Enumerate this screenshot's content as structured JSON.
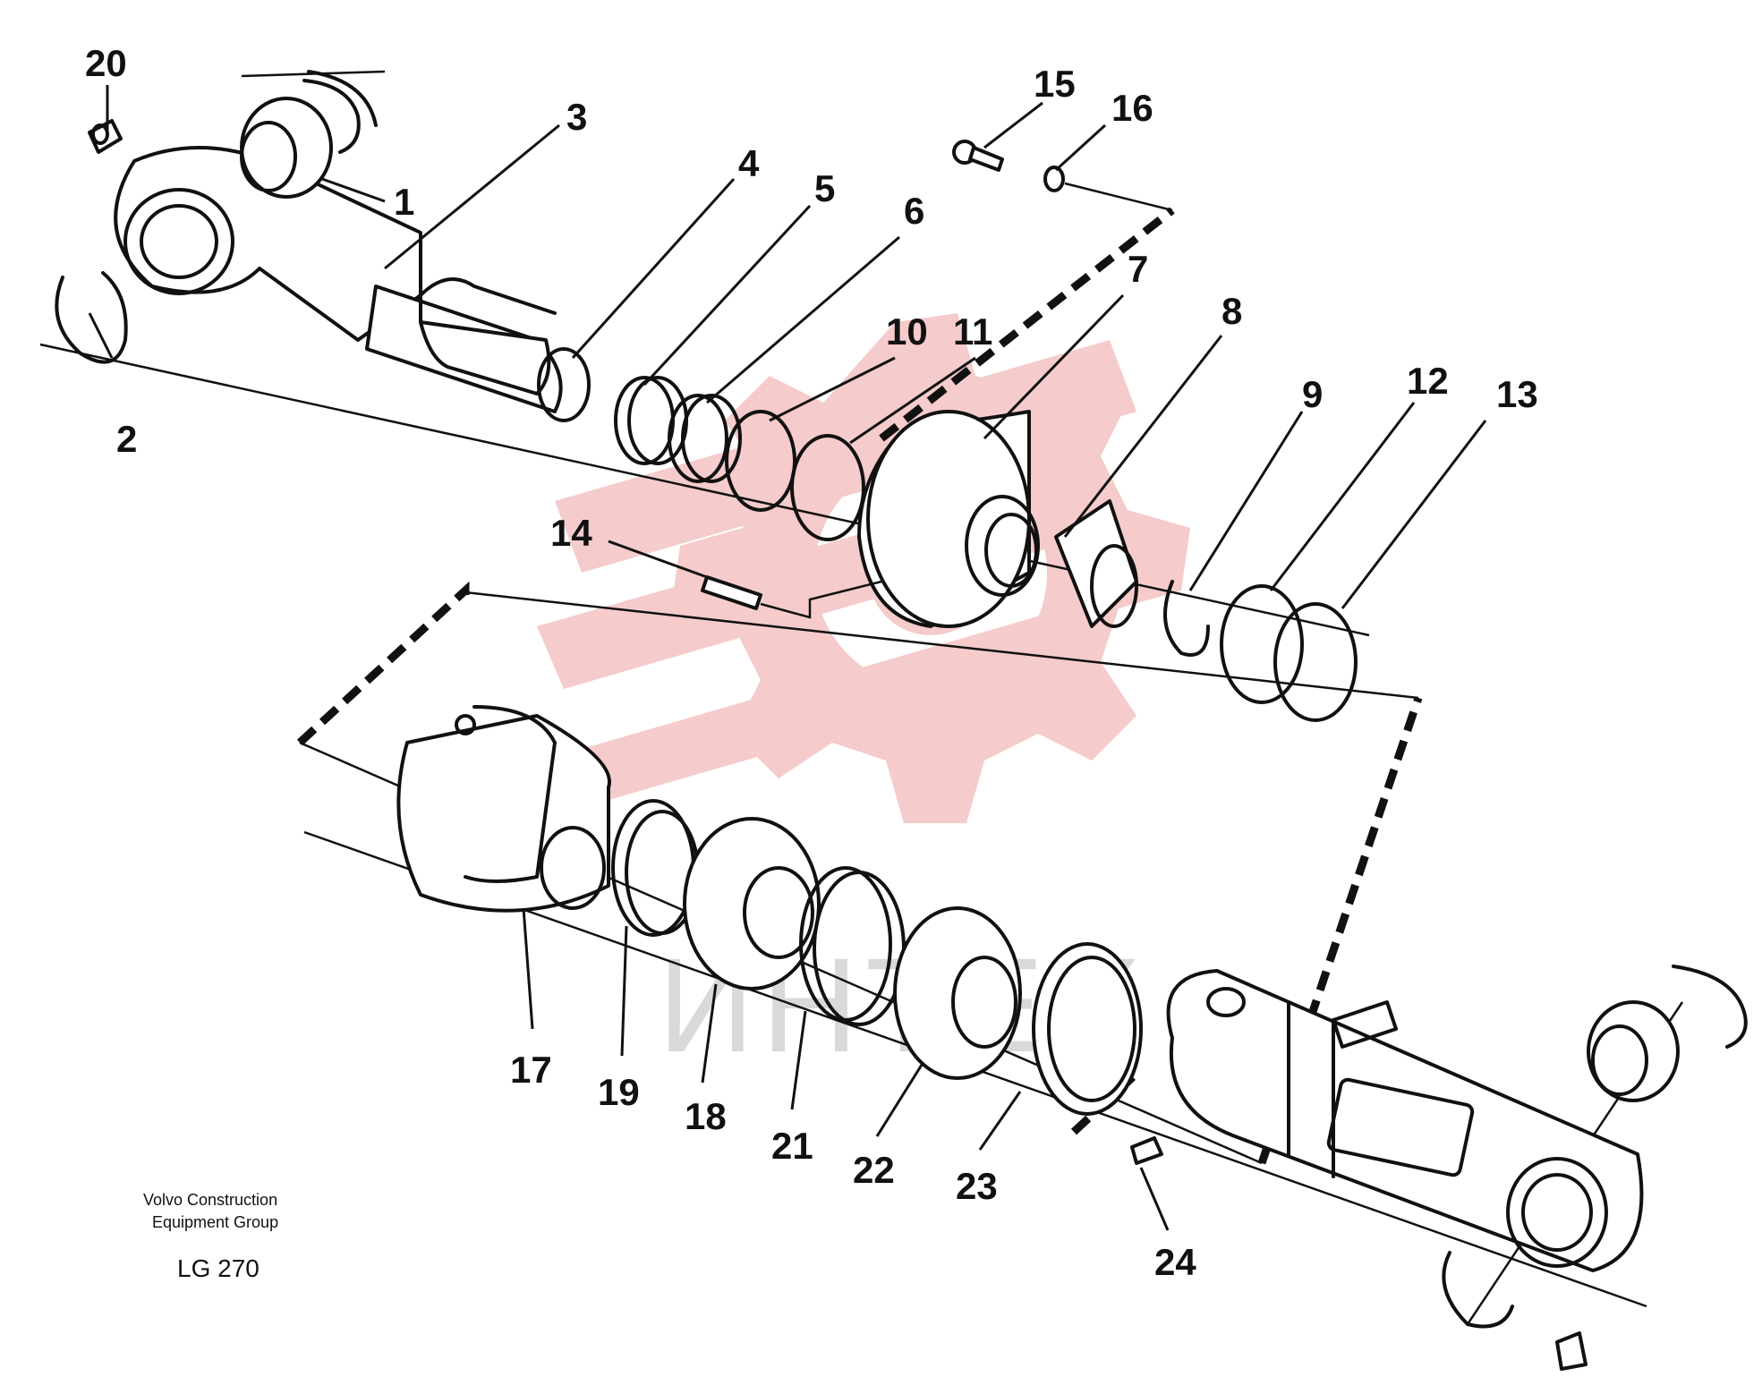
{
  "watermark": {
    "text": "ИНТЕХ",
    "logo_color": "#f4c6c6",
    "text_color": "#d9d9d9"
  },
  "caption": {
    "line1": "Volvo Construction",
    "line2": "Equipment Group",
    "code": "LG 270"
  },
  "callouts": [
    {
      "id": "1",
      "label": "1"
    },
    {
      "id": "2",
      "label": "2"
    },
    {
      "id": "3",
      "label": "3"
    },
    {
      "id": "4",
      "label": "4"
    },
    {
      "id": "5",
      "label": "5"
    },
    {
      "id": "6",
      "label": "6"
    },
    {
      "id": "7",
      "label": "7"
    },
    {
      "id": "8",
      "label": "8"
    },
    {
      "id": "9",
      "label": "9"
    },
    {
      "id": "10",
      "label": "10"
    },
    {
      "id": "11",
      "label": "11"
    },
    {
      "id": "12",
      "label": "12"
    },
    {
      "id": "13",
      "label": "13"
    },
    {
      "id": "14",
      "label": "14"
    },
    {
      "id": "15",
      "label": "15"
    },
    {
      "id": "16",
      "label": "16"
    },
    {
      "id": "17",
      "label": "17"
    },
    {
      "id": "18",
      "label": "18"
    },
    {
      "id": "19",
      "label": "19"
    },
    {
      "id": "20",
      "label": "20"
    },
    {
      "id": "21",
      "label": "21"
    },
    {
      "id": "22",
      "label": "22"
    },
    {
      "id": "23",
      "label": "23"
    },
    {
      "id": "24",
      "label": "24"
    }
  ]
}
